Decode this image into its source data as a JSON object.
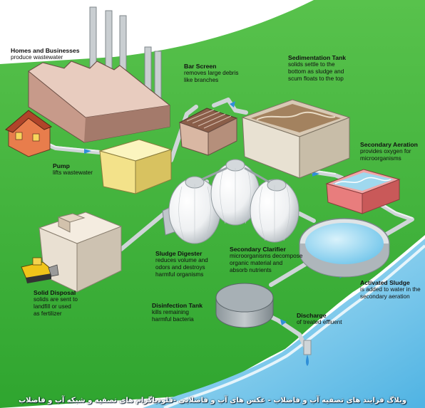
{
  "labels": {
    "homes": {
      "title": "Homes and Businesses",
      "desc": [
        "produce wastewater"
      ]
    },
    "bar_screen": {
      "title": "Bar Screen",
      "desc": [
        "removes large debris",
        "like branches"
      ]
    },
    "sedimentation": {
      "title": "Sedimentation Tank",
      "desc": [
        "solids settle to the",
        "bottom as sludge and",
        "scum floats to the top"
      ]
    },
    "pump": {
      "title": "Pump",
      "desc": [
        "lifts wastewater"
      ]
    },
    "secondary_aeration": {
      "title": "Secondary Aeration",
      "desc": [
        "provides oxygen for",
        "microorganisms"
      ]
    },
    "sludge_digester": {
      "title": "Sludge Digester",
      "desc": [
        "reduces volume and",
        "odors and destroys",
        "harmful organisms"
      ]
    },
    "secondary_clarifier": {
      "title": "Secondary Clarifier",
      "desc": [
        "microorganisms decompose",
        "organic material and",
        "absorb nutrients"
      ]
    },
    "solid_disposal": {
      "title": "Solid Disposal",
      "desc": [
        "solids are sent to",
        "landfill or used",
        "as fertilizer"
      ]
    },
    "activated_sludge": {
      "title": "Activated Sludge",
      "desc": [
        "is added to water in the",
        "secondary aeration"
      ]
    },
    "disinfection": {
      "title": "Disinfection Tank",
      "desc": [
        "kills remaining",
        "harmful bacteria"
      ]
    },
    "discharge": {
      "title": "Discharge",
      "desc": [
        "of treated effluent"
      ]
    }
  },
  "caption": "وبلاگ فرایند های تصفیه آب و فاضلاب - عکس های آب و فاضلابی -فلودیاگرام های تصفیه و شبکه آب و فاضلاب",
  "colors": {
    "ground": "#3fb53c",
    "water": "#7fd0ef",
    "pipe": "#d8dde0",
    "flow_arrow": "#2f8fd8",
    "caption_text": "#ffffff"
  }
}
